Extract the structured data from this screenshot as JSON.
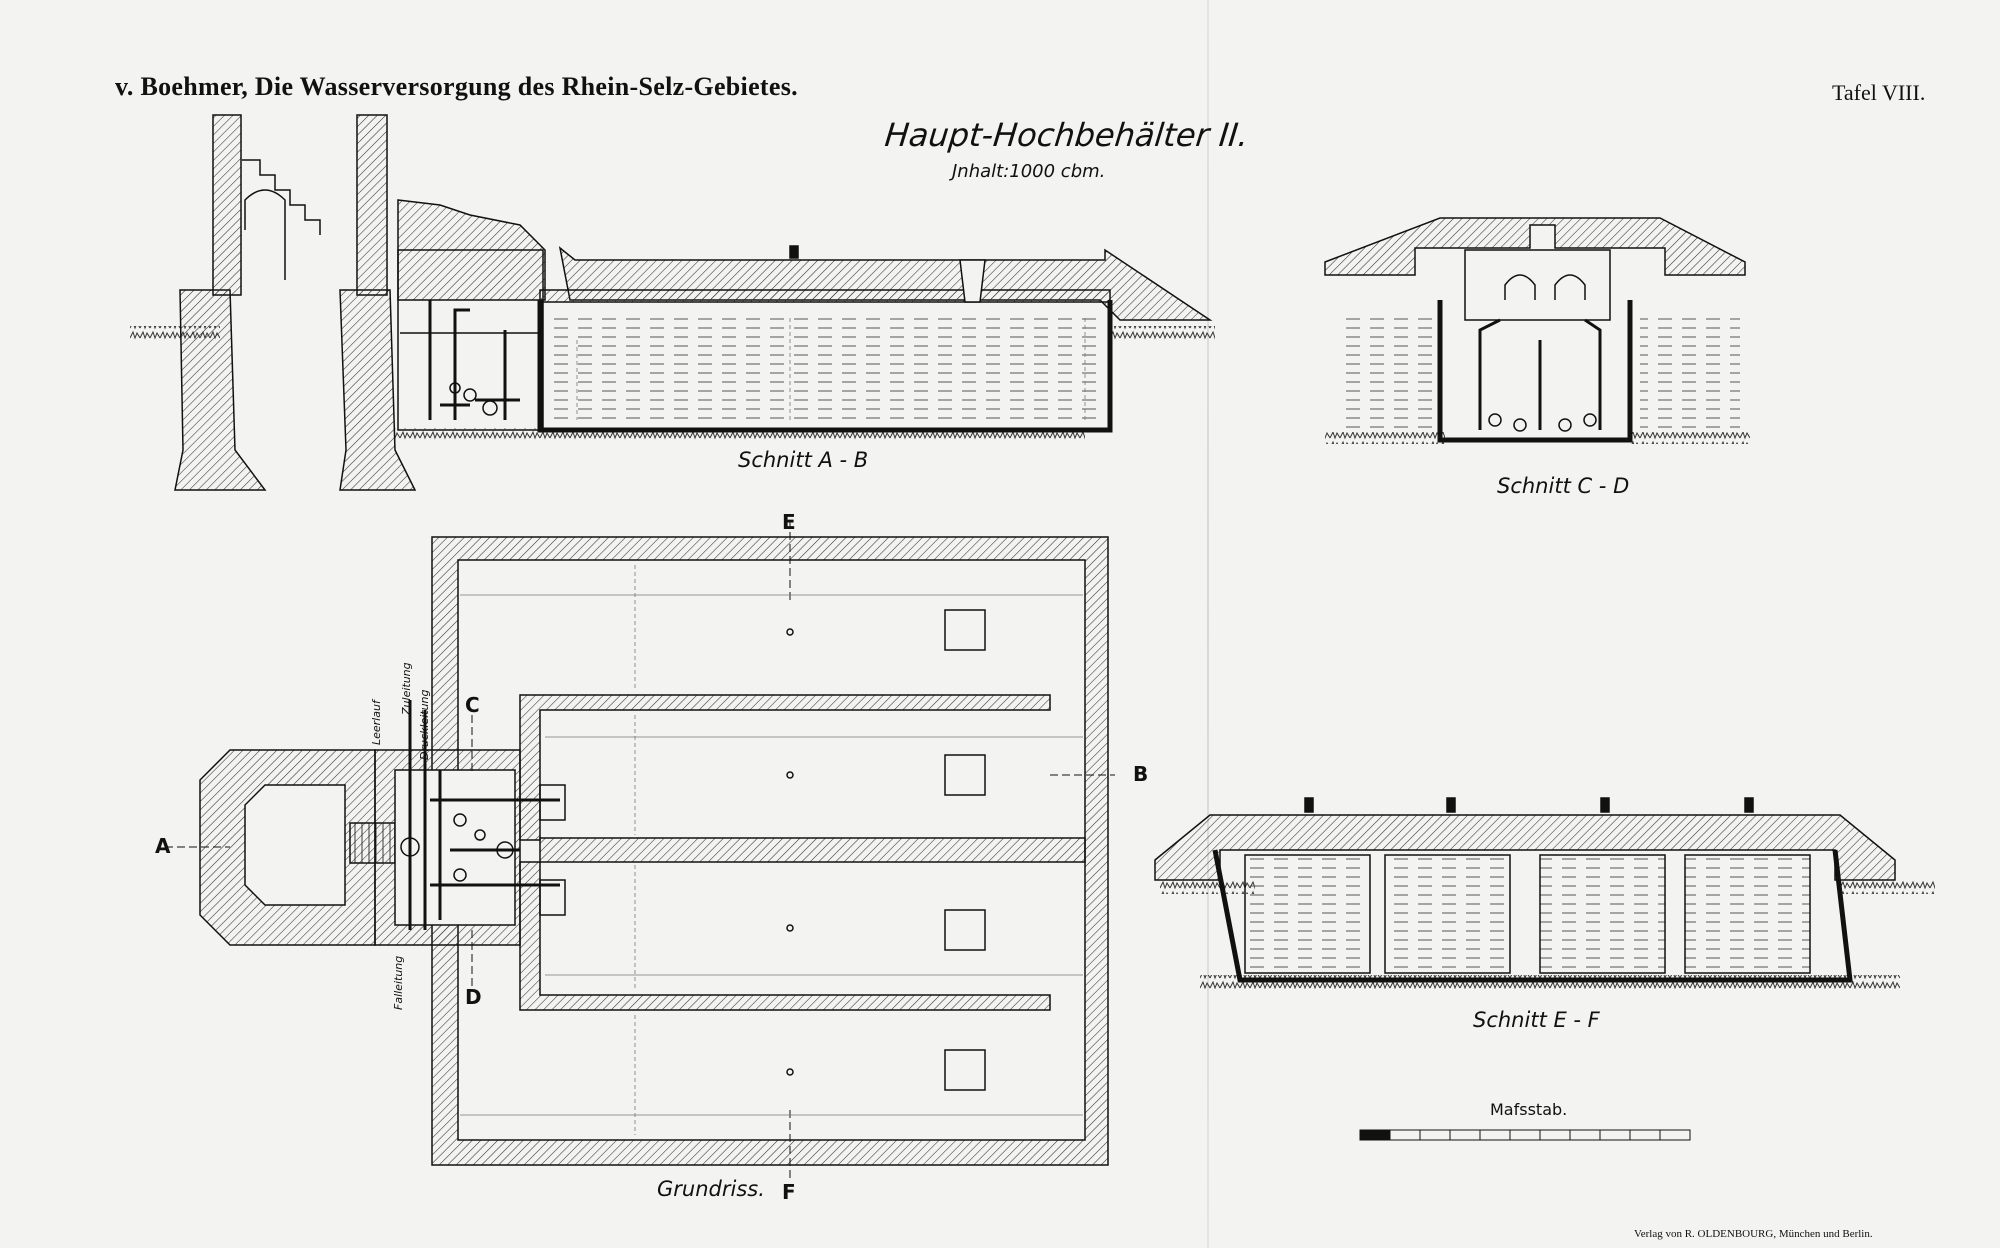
{
  "header": {
    "title": "v. Boehmer, Die Wasserversorgung des Rhein-Selz-Gebietes.",
    "plate": "Tafel VIII."
  },
  "drawing": {
    "title": "Haupt-Hochbehälter II.",
    "capacity": "Jnhalt:1000 cbm."
  },
  "sections": {
    "ab": "Schnitt A - B",
    "cd": "Schnitt C - D",
    "ef": "Schnitt E - F",
    "plan": "Grundriss."
  },
  "markers": {
    "a": "A",
    "b": "B",
    "c": "C",
    "d": "D",
    "e": "E",
    "f": "F"
  },
  "pipes": {
    "leerlauf": "Leerlauf",
    "zuleitung": "Zuleitung",
    "druckleitung": "Druckleitung",
    "fallleitung": "Falleitung"
  },
  "scale": {
    "label": "Mafsstab."
  },
  "publisher": "Verlag von R. OLDENBOURG, München und Berlin.",
  "colors": {
    "ink": "#111111",
    "paper": "#f3f3f1"
  }
}
